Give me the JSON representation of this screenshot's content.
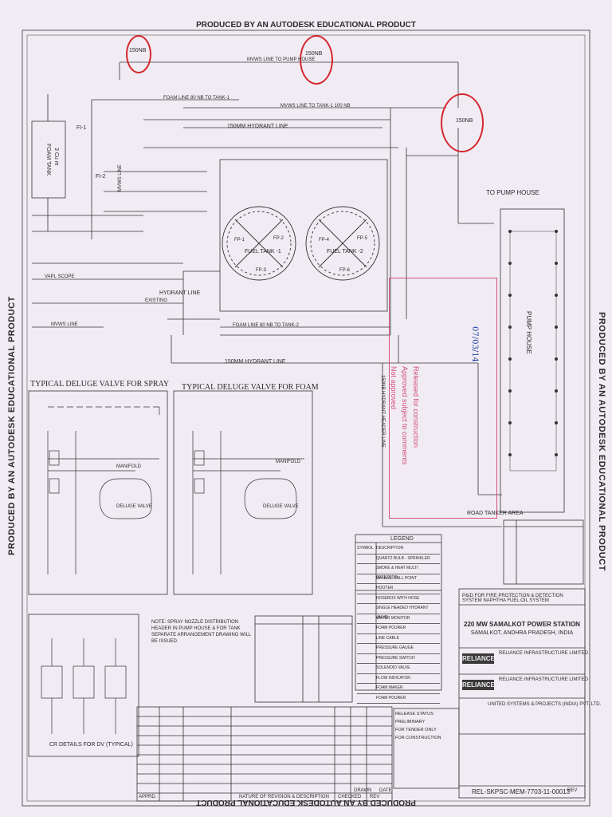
{
  "watermark": "PRODUCED BY AN AUTODESK EDUCATIONAL PRODUCT",
  "pipe_sizes": {
    "a": "150NB",
    "b": "150NB",
    "c": "150NB"
  },
  "labels": {
    "foam_tank": "FOAM TANK",
    "foam_tank_cap": "3 Cu m",
    "fi1": "FI-1",
    "fi2": "FI-2",
    "mvws_line": "MVWS LINE",
    "hydrant_line_150": "150MM HYDRANT LINE",
    "hydrant_line": "HYDRANT LINE",
    "hydrant_line_bottom": "150MM HYDRANT LINE",
    "mvws_line_2": "MVWS LINE",
    "to_pump_house": "TO PUMP HOUSE",
    "pump_house": "PUMP HOUSE",
    "fuel_tank_1": "FUEL TANK -1",
    "fuel_tank_2": "FUEL TANK -2",
    "fp1": "FP-1",
    "fp2": "FP-2",
    "fp3": "FP-3",
    "fp4": "FP-4",
    "fp5": "FP-5",
    "fp6": "FP-6",
    "road_tanker": "ROAD TANKER AREA",
    "header_line": "150NB HYDRANT HEADER LINE",
    "foam_line_tank1": "FOAM LINE 80 NB TO TANK-1",
    "foam_line_tank2": "FOAM LINE 80 NB TO TANK-2",
    "mvws_tank1": "MVWS LINE TO TANK-1 100 NB",
    "spray_line": "MVWS LINE TO PUMP HOUSE",
    "deluge_spray": "TYPICAL DELUGE VALVE FOR SPRAY",
    "deluge_foam": "TYPICAL DELUGE VALVE FOR FOAM",
    "manifold": "MANIFOLD",
    "deluge_valve": "DELUGE VALVE",
    "legend": "LEGEND",
    "note": "NOTE: SPRAY NOZZLE DISTRIBUTION HEADER IN PUMP HOUSE & FOR TANK SEPARATE ARRANGEMENT DRAWING WILL BE ISSUED.",
    "cr_details": "CR DETAILS FOR DV (TYPICAL)",
    "existing": "EXISTING",
    "vapl_scope": "VAPL SCOPE"
  },
  "stamp": {
    "line1": "Released for construction",
    "line2": "Approved subject to comments",
    "line3": "Not approved",
    "sign": "07/03/14"
  },
  "legend_rows": [
    [
      "SYMBOL",
      "DESCRIPTION"
    ],
    [
      "",
      "QUARTZ BULB - SPRINKLER"
    ],
    [
      "",
      "SMOKE & HEAT MULTI DETECTOR"
    ],
    [
      "",
      "MANUAL CALL POINT"
    ],
    [
      "",
      "HOOTER"
    ],
    [
      "",
      "HOSEBOX WITH HOSE"
    ],
    [
      "",
      "SINGLE HEADED HYDRANT VALVE"
    ],
    [
      "",
      "WATER MONITOR"
    ],
    [
      "",
      "FOAM POURER"
    ],
    [
      "",
      "LINE CABLE"
    ],
    [
      "",
      "PRESSURE GAUGE"
    ],
    [
      "",
      "PRESSURE SWITCH"
    ],
    [
      "",
      "SOLENOID VALVE"
    ],
    [
      "",
      "FLOW INDICATOR"
    ],
    [
      "",
      "FOAM MAKER"
    ],
    [
      "",
      "FOAM POURER"
    ]
  ],
  "title_block": {
    "fire_title": "P&ID FOR FIRE PROTECTION & DETECTION SYSTEM NAPHTHA FUEL OIL SYSTEM",
    "project": "220 MW SAMALKOT POWER STATION",
    "location": "SAMALKOT, ANDHRA PRADESH, INDIA",
    "company1_logo": "RELIANCE",
    "company1": "RELIANCE INFRASTRUCTURE LIMITED",
    "company2_logo": "RELIANCE",
    "company2": "RELIANCE INFRASTRUCTURE LIMITED",
    "contractor": "UNITED SYSTEMS & PROJECTS (INDIA) PVT. LTD.",
    "drawing_no": "REL-SKPSC-MEM-7703-11-00013",
    "rev": "REV"
  },
  "revision_headers": [
    "APPRD.",
    "CHECKED",
    "DRAWN",
    "REV",
    "DATE",
    "NATURE OF REVISION & DESCRIPTION"
  ],
  "release_status": [
    "RELEASE STATUS",
    "PRELIMINARY",
    "FOR TENDER ONLY",
    "FOR CONSTRUCTION"
  ],
  "colors": {
    "paper": "#f1ecf3",
    "ink": "#2a2a2a",
    "red_mark": "#d5262d",
    "stamp_pink": "#d4517a",
    "pen_blue": "#1f3fa8"
  }
}
